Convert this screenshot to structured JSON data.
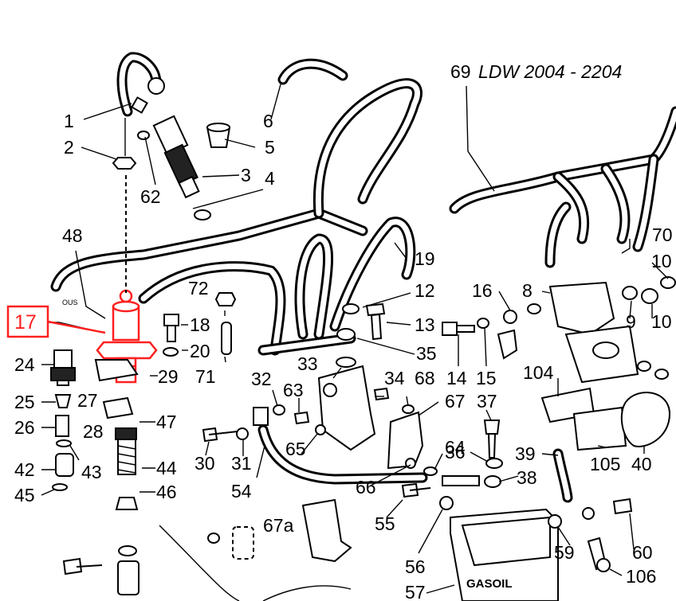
{
  "model_label": "LDW 2004 - 2204",
  "highlight": {
    "label": "17",
    "color": "#ff2020"
  },
  "fuel_tank_label": "GASOIL",
  "pipe_tag": "OUS",
  "callouts": {
    "c1": "1",
    "c2": "2",
    "c3": "3",
    "c4": "4",
    "c5": "5",
    "c6": "6",
    "c8": "8",
    "c9": "9",
    "c10a": "10",
    "c10b": "10",
    "c12": "12",
    "c13": "13",
    "c14": "14",
    "c15": "15",
    "c16": "16",
    "c18": "18",
    "c19": "19",
    "c20": "20",
    "c24": "24",
    "c25": "25",
    "c26": "26",
    "c27": "27",
    "c28": "28",
    "c29": "29",
    "c30": "30",
    "c31": "31",
    "c32": "32",
    "c33": "33",
    "c34": "34",
    "c35": "35",
    "c36": "36",
    "c37": "37",
    "c38": "38",
    "c39": "39",
    "c40": "40",
    "c42": "42",
    "c43": "43",
    "c44": "44",
    "c45": "45",
    "c46": "46",
    "c47": "47",
    "c48": "48",
    "c54": "54",
    "c55": "55",
    "c56": "56",
    "c57": "57",
    "c59": "59",
    "c60": "60",
    "c62": "62",
    "c63": "63",
    "c64": "64",
    "c65": "65",
    "c66": "66",
    "c67": "67",
    "c67a": "67a",
    "c68": "68",
    "c69": "69",
    "c70": "70",
    "c71": "71",
    "c72": "72",
    "c104": "104",
    "c105": "105",
    "c106": "106"
  },
  "colors": {
    "line": "#000000",
    "background": "#ffffff",
    "highlight": "#ff2020"
  }
}
